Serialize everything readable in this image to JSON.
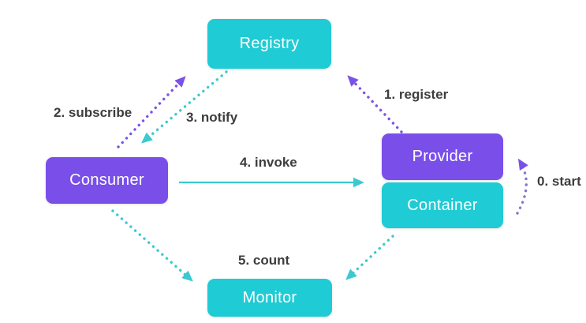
{
  "diagram": {
    "nodes": {
      "registry": {
        "label": "Registry",
        "color": "#1FCBD4"
      },
      "consumer": {
        "label": "Consumer",
        "color": "#7A4FE9"
      },
      "provider": {
        "label": "Provider",
        "color": "#7A4FE9"
      },
      "container": {
        "label": "Container",
        "color": "#1FCBD4"
      },
      "monitor": {
        "label": "Monitor",
        "color": "#1FCBD4"
      }
    },
    "edges": {
      "start": {
        "label": "0. start",
        "from": "container",
        "to": "provider",
        "style": "dotted-curved"
      },
      "register": {
        "label": "1. register",
        "from": "provider",
        "to": "registry",
        "style": "dotted"
      },
      "subscribe": {
        "label": "2. subscribe",
        "from": "consumer",
        "to": "registry",
        "style": "dotted"
      },
      "notify": {
        "label": "3. notify",
        "from": "registry",
        "to": "consumer",
        "style": "dotted"
      },
      "invoke": {
        "label": "4. invoke",
        "from": "consumer",
        "to": "provider",
        "style": "solid"
      },
      "count": {
        "label": "5. count",
        "from": "consumer-and-provider",
        "to": "monitor",
        "style": "dotted"
      }
    },
    "colors": {
      "node_purple": "#7A4FE9",
      "node_cyan": "#1FCBD4",
      "arrow_purple": "#7B52E8",
      "arrow_cyan": "#3CC9D1",
      "start_dots": "#8474CE",
      "label_text": "#3D3D3D",
      "node_text": "#FFFFFF",
      "background": "#FFFFFF"
    }
  }
}
